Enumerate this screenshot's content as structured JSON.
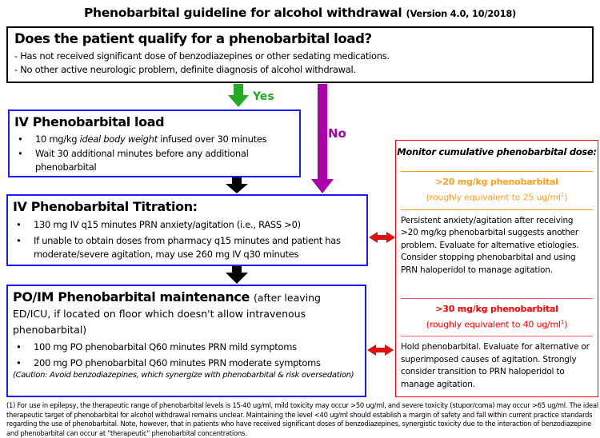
{
  "title": {
    "main": "Phenobarbital guideline for alcohol withdrawal",
    "version": "(Version 4.0, 10/2018)"
  },
  "qualify": {
    "heading": "Does the patient qualify for a phenobarbital load?",
    "lines": [
      "- Has not received significant dose of benzodiazepines or other sedating medications.",
      "- No other active neurologic problem, definite diagnosis of alcohol withdrawal."
    ]
  },
  "arrows": {
    "yes": "Yes",
    "no": "No"
  },
  "load": {
    "heading": "IV Phenobarbital load",
    "b1_pre": "10 mg/kg ",
    "b1_em": "ideal body weight",
    "b1_post": " infused over 30 minutes",
    "b2": "Wait 30 additional minutes before any additional phenobarbital"
  },
  "titration": {
    "heading": "IV Phenobarbital Titration:",
    "b1": "130 mg IV q15 minutes PRN anxiety/agitation (i.e., RASS >0)",
    "b2": "If unable to obtain doses from pharmacy q15 minutes and patient has moderate/severe agitation, may use 260 mg IV q30 minutes"
  },
  "maintenance": {
    "heading": "PO/IM Phenobarbital maintenance",
    "subheading": "(after leaving ED/ICU, if located on floor which doesn't allow intravenous phenobarbital)",
    "b1": "100 mg PO phenobarbital Q60 minutes PRN mild symptoms",
    "b2": "200 mg PO phenobarbital Q60 minutes PRN moderate symptoms",
    "caution": "(Caution: Avoid benzodiazepines, which synergize with phenobarbital & risk oversedation)"
  },
  "monitor": {
    "heading": "Monitor cumulative phenobarbital dose:",
    "level1": {
      "dose": ">20 mg/kg phenobarbital",
      "equiv": "(roughly equivalent to 25 ug/ml",
      "sup": "1",
      "close": ")",
      "text": "Persistent anxiety/agitation after receiving >20 mg/kg phenobarbital suggests another problem.  Evaluate for alternative etiologies. Consider stopping phenobarbital and using PRN haloperidol to manage agitation."
    },
    "level2": {
      "dose": ">30 mg/kg phenobarbital",
      "equiv": "(roughly equivalent to 40 ug/ml",
      "sup": "1",
      "close": ")",
      "text": "Hold phenobarbital.  Evaluate for alternative or superimposed causes of agitation. Strongly consider transition to PRN haloperidol to manage agitation."
    }
  },
  "footnote": "(1) For use in epilepsy, the therapeutic range of phenobarbital levels is 15-40 ug/ml, mild toxicity may occur >50 ug/ml, and severe toxicity (stupor/coma) may occur >65 ug/ml.  The ideal therapeutic target of phenobarbital for alcohol withdrawal remains unclear.  Maintaining the level <40 ug/ml should establish a margin of safety and fall within current practice standards regarding the use of phenobarbital.  Note, however, that in patients who have received significant doses of benzodiazepines, synergistic toxicity due to the interaction of benzodiazepine and phenobarbital can occur at \"therapeutic\" phenobarbital concentrations.",
  "colors": {
    "blue": "#1a1aff",
    "red": "#ff0000",
    "orange": "#ffa020",
    "green": "#22aa22",
    "purple": "#aa00aa"
  }
}
